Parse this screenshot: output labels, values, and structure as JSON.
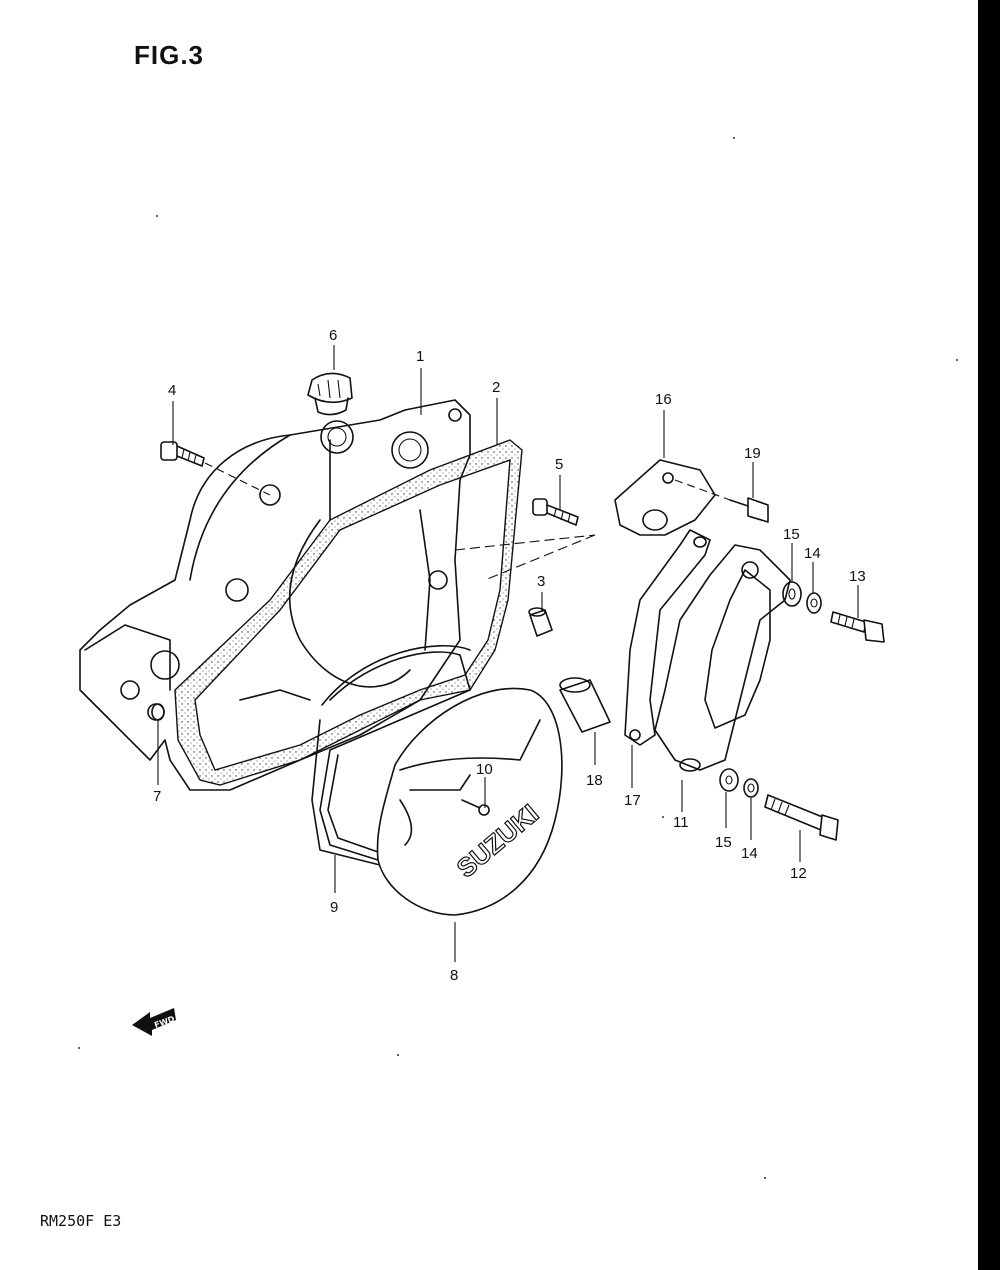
{
  "title": "FIG.3",
  "model": "RM250F  E3",
  "fwd_label": "FWD",
  "cover_logo": "SUZUKI",
  "callouts": [
    {
      "id": "1",
      "label": "1"
    },
    {
      "id": "2",
      "label": "2"
    },
    {
      "id": "3",
      "label": "3"
    },
    {
      "id": "4",
      "label": "4"
    },
    {
      "id": "5",
      "label": "5"
    },
    {
      "id": "6",
      "label": "6"
    },
    {
      "id": "7",
      "label": "7"
    },
    {
      "id": "8",
      "label": "8"
    },
    {
      "id": "9",
      "label": "9"
    },
    {
      "id": "10",
      "label": "10"
    },
    {
      "id": "11",
      "label": "11"
    },
    {
      "id": "12",
      "label": "12"
    },
    {
      "id": "13",
      "label": "13"
    },
    {
      "id": "14a",
      "label": "14"
    },
    {
      "id": "14b",
      "label": "14"
    },
    {
      "id": "15a",
      "label": "15"
    },
    {
      "id": "15b",
      "label": "15"
    },
    {
      "id": "16",
      "label": "16"
    },
    {
      "id": "17",
      "label": "17"
    },
    {
      "id": "18",
      "label": "18"
    },
    {
      "id": "19",
      "label": "19"
    }
  ]
}
